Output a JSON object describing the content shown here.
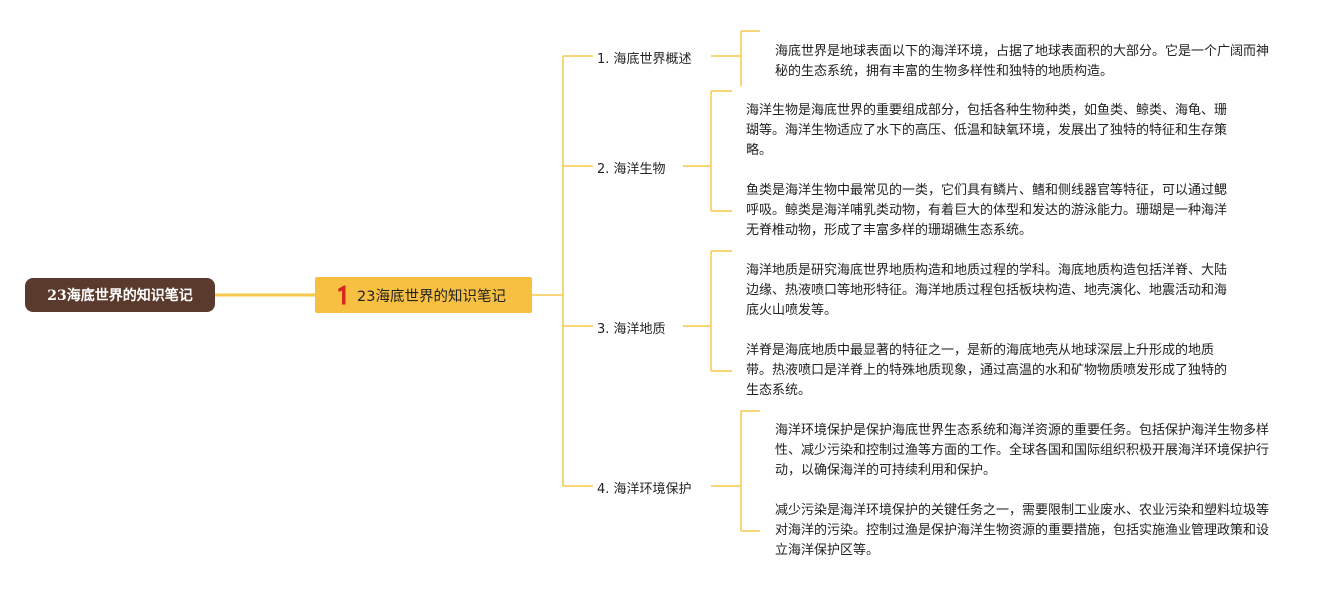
{
  "colors": {
    "root_bg": "#5b3a2e",
    "root_text": "#ffffff",
    "main_bg": "#f7c043",
    "main_text": "#222222",
    "badge": "#d7261e",
    "line": "#f5c84c"
  },
  "root": {
    "label": "23海底世界的知识笔记"
  },
  "main": {
    "label": "23海底世界的知识笔记",
    "badge_icon": "number-1-icon"
  },
  "branches": [
    {
      "label": "1. 海底世界概述",
      "leaves": [
        "海底世界是地球表面以下的海洋环境，占据了地球表面积的大部分。它是一个广阔而神秘的生态系统，拥有丰富的生物多样性和独特的地质构造。"
      ]
    },
    {
      "label": "2. 海洋生物",
      "leaves": [
        "海洋生物是海底世界的重要组成部分，包括各种生物种类，如鱼类、鲸类、海龟、珊瑚等。海洋生物适应了水下的高压、低温和缺氧环境，发展出了独特的特征和生存策略。",
        "鱼类是海洋生物中最常见的一类，它们具有鳞片、鳍和侧线器官等特征，可以通过鳃呼吸。鲸类是海洋哺乳类动物，有着巨大的体型和发达的游泳能力。珊瑚是一种海洋无脊椎动物，形成了丰富多样的珊瑚礁生态系统。"
      ]
    },
    {
      "label": "3. 海洋地质",
      "leaves": [
        "海洋地质是研究海底世界地质构造和地质过程的学科。海底地质构造包括洋脊、大陆边缘、热液喷口等地形特征。海洋地质过程包括板块构造、地壳演化、地震活动和海底火山喷发等。",
        "洋脊是海底地质中最显著的特征之一，是新的海底地壳从地球深层上升形成的地质带。热液喷口是洋脊上的特殊地质现象，通过高温的水和矿物物质喷发形成了独特的生态系统。"
      ]
    },
    {
      "label": "4. 海洋环境保护",
      "leaves": [
        "海洋环境保护是保护海底世界生态系统和海洋资源的重要任务。包括保护海洋生物多样性、减少污染和控制过渔等方面的工作。全球各国和国际组织积极开展海洋环境保护行动，以确保海洋的可持续利用和保护。",
        "减少污染是海洋环境保护的关键任务之一，需要限制工业废水、农业污染和塑料垃圾等对海洋的污染。控制过渔是保护海洋生物资源的重要措施，包括实施渔业管理政策和设立海洋保护区等。"
      ]
    }
  ]
}
